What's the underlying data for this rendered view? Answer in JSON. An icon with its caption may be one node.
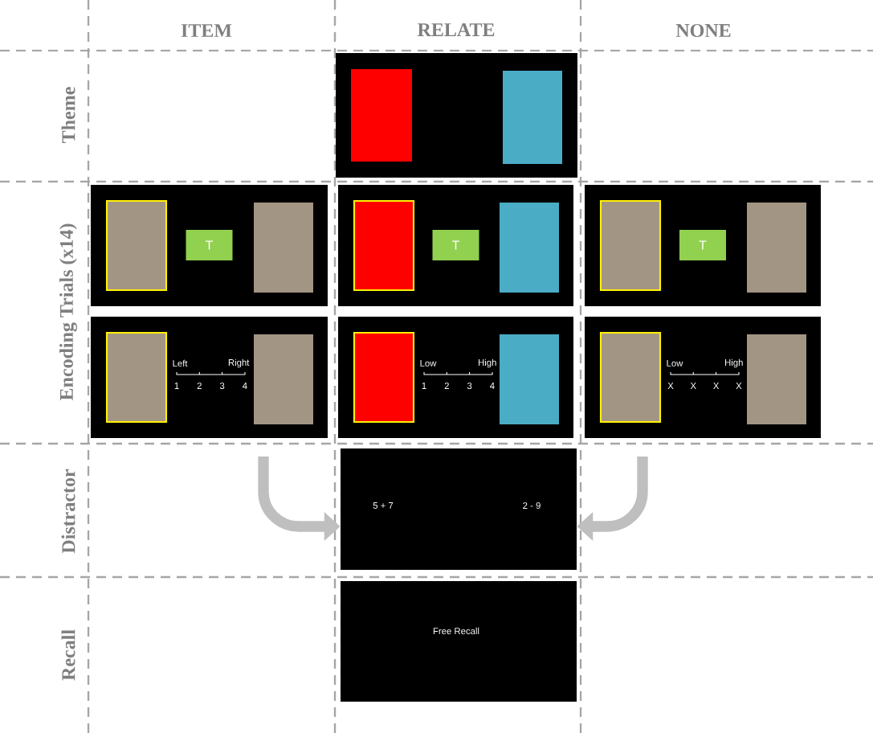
{
  "diagram": {
    "nodes": [
      {
        "text": [],
        "shape": "box"
      },
      {
        "text": [],
        "shape": "box"
      },
      {
        "text": [
          "T"
        ],
        "in": 1
      },
      {
        "text": [],
        "shape": "box"
      },
      {
        "text": [
          "T"
        ],
        "in": 3
      },
      {
        "text": [],
        "shape": "box"
      },
      {
        "text": [
          "T"
        ],
        "in": 5
      },
      {
        "text": [
          "Left",
          "Right",
          "1",
          "2",
          "3",
          "4"
        ]
      },
      {
        "text": [
          "Low",
          "High",
          "1",
          "2",
          "3",
          "4"
        ]
      },
      {
        "text": [
          "Low",
          "High",
          "X",
          "X",
          "X",
          "X"
        ]
      },
      {
        "text": [
          "5 + 7",
          "2 - 9"
        ]
      },
      {
        "text": [
          "Free Recall"
        ]
      }
    ],
    "edges": [
      {
        "from": null,
        "to": 10,
        "arrow": "to"
      },
      {
        "from": null,
        "to": 10,
        "arrow": "to"
      }
    ],
    "labels": [
      "ITEM",
      "RELATE",
      "NONE",
      "Theme",
      "Encoding Trials (x14)",
      "Distractor",
      "Recall"
    ]
  }
}
